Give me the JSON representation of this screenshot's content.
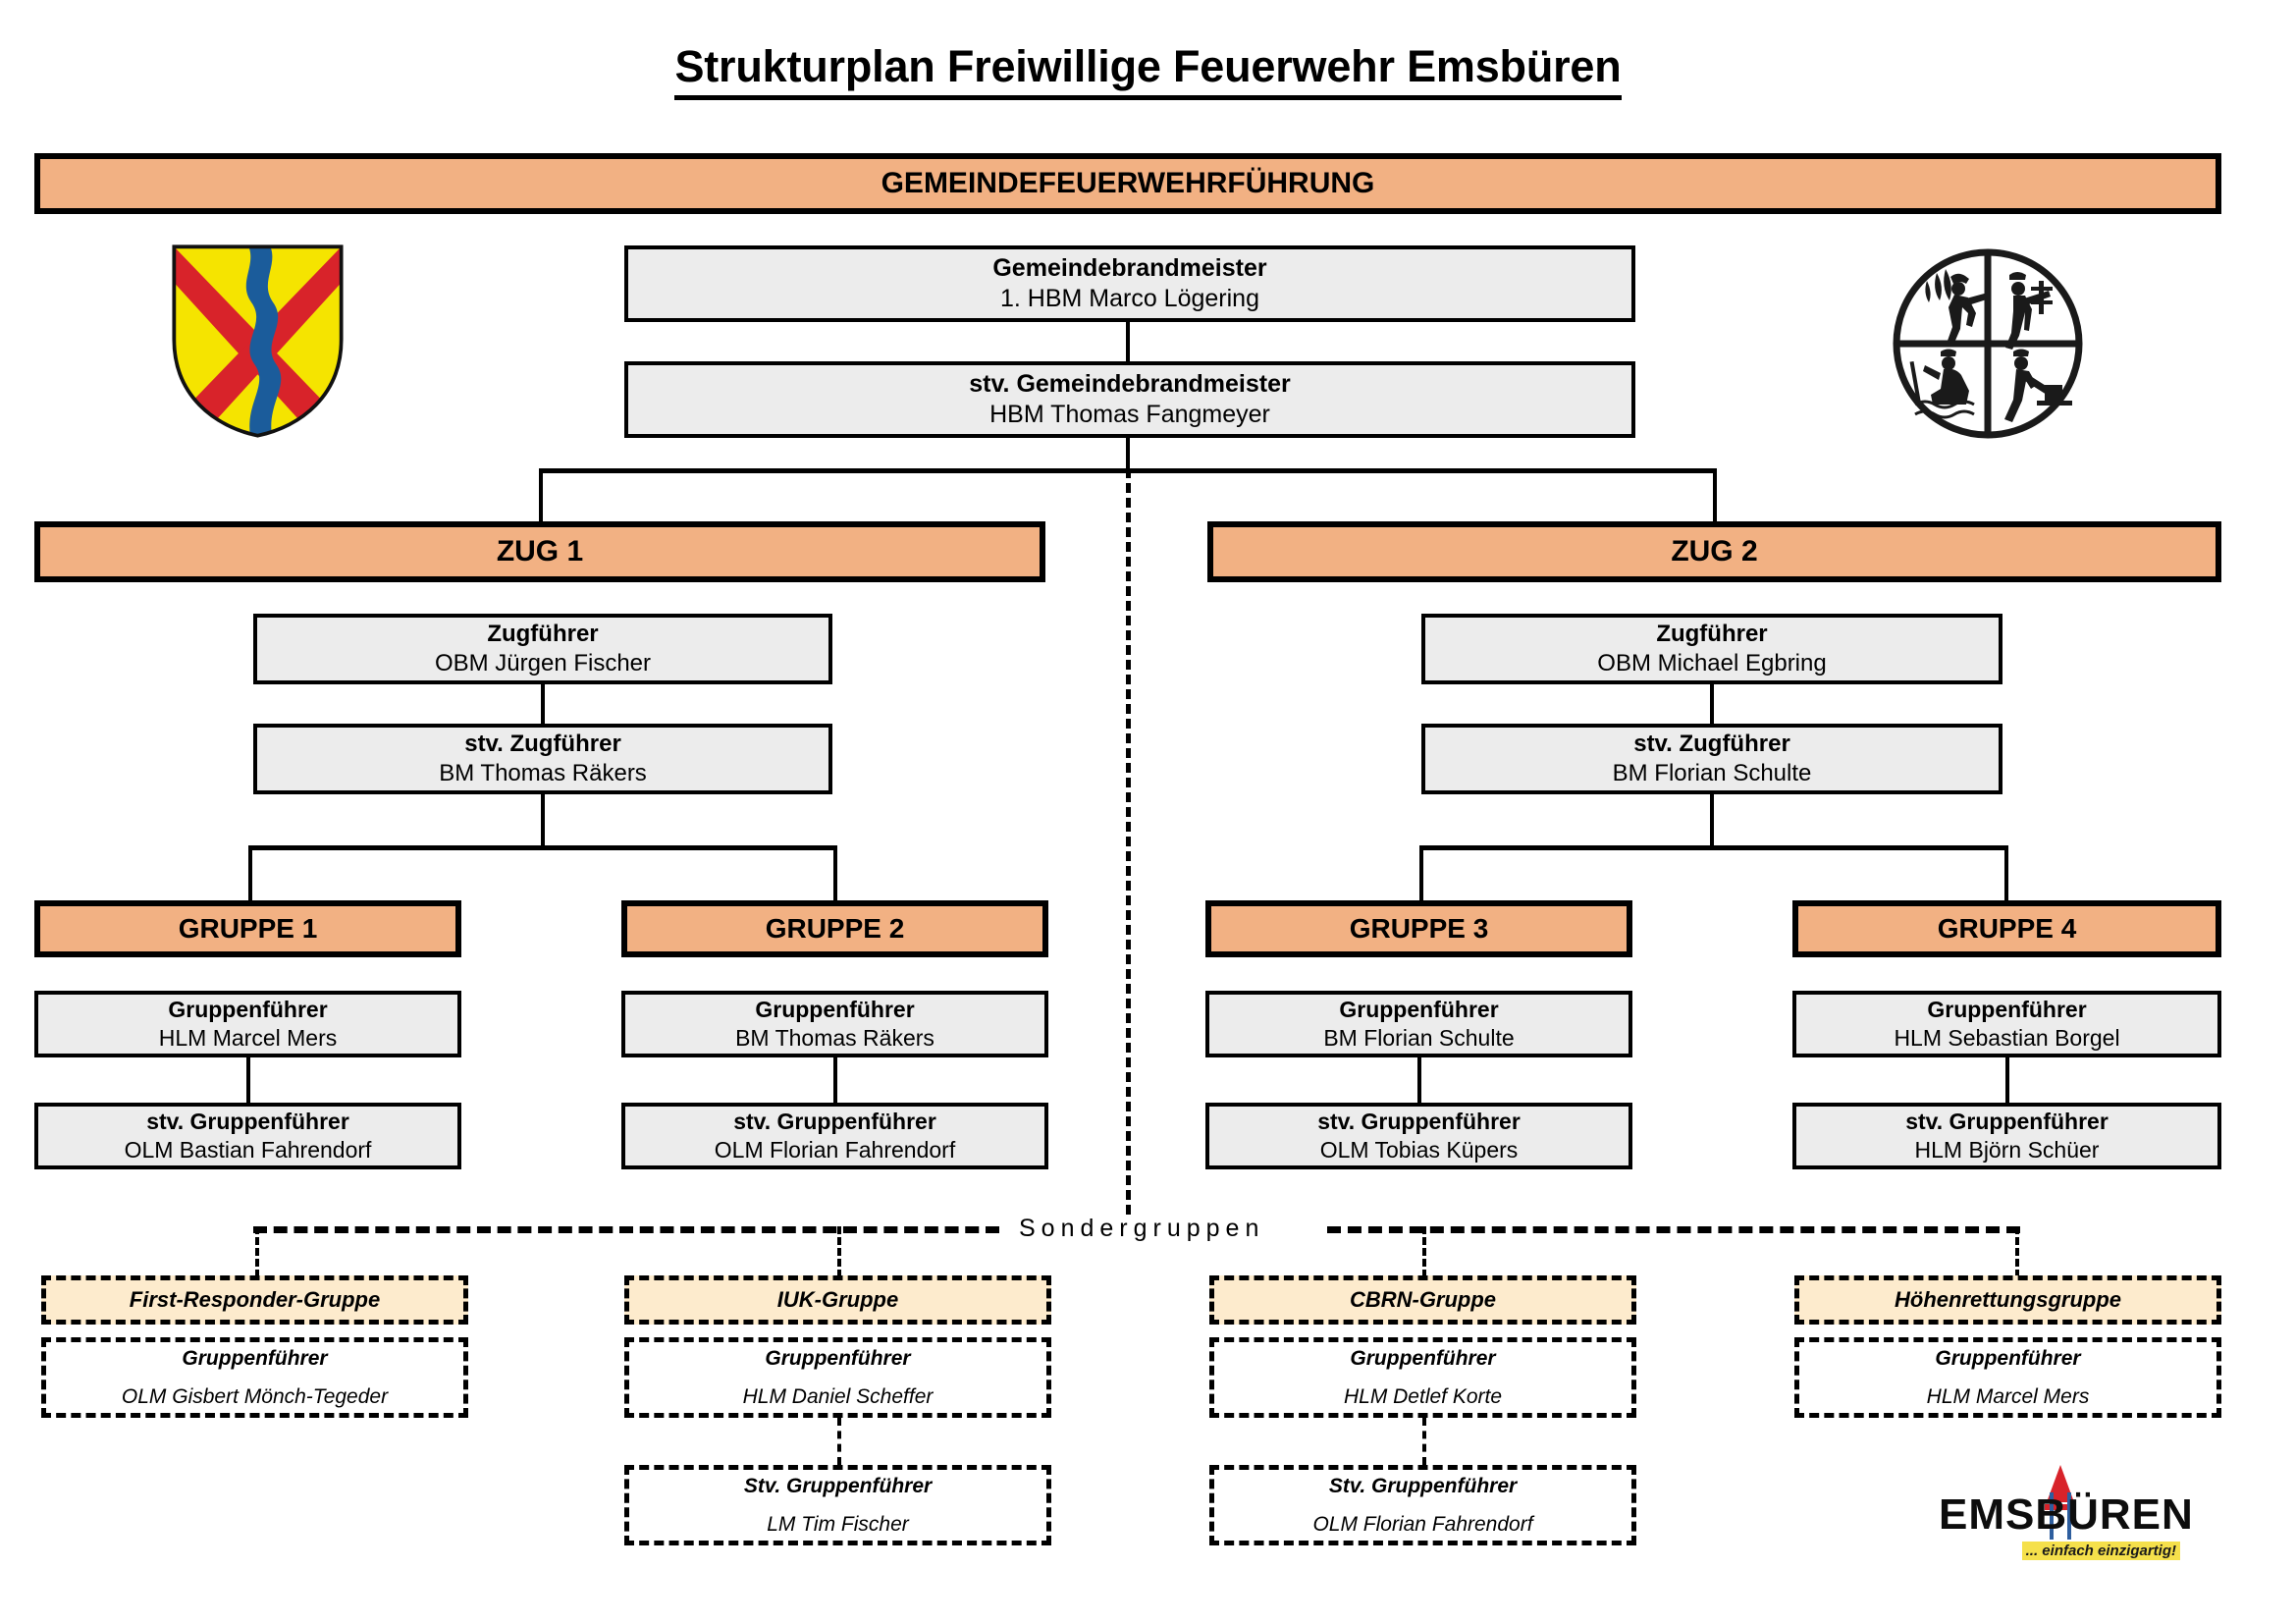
{
  "document": {
    "title": "Strukturplan Freiwillige Feuerwehr Emsbüren"
  },
  "colors": {
    "header_orange": "#F2B183",
    "info_grey": "#ECECEC",
    "special_cream": "#FDEBCD",
    "line_black": "#000000",
    "logo_yellow": "#F5E04B",
    "crest_yellow": "#F5E400",
    "crest_red": "#D8232A",
    "crest_blue": "#1B5C9B"
  },
  "leadership": {
    "banner": "GEMEINDEFEUERWEHRFÜHRUNG",
    "positions": [
      {
        "role": "Gemeindebrandmeister",
        "person": "1. HBM Marco Lögering"
      },
      {
        "role": "stv. Gemeindebrandmeister",
        "person": "HBM Thomas Fangmeyer"
      }
    ]
  },
  "zuege": [
    {
      "name": "ZUG 1",
      "positions": [
        {
          "role": "Zugführer",
          "person": "OBM Jürgen Fischer"
        },
        {
          "role": "stv. Zugführer",
          "person": "BM Thomas Räkers"
        }
      ]
    },
    {
      "name": "ZUG 2",
      "positions": [
        {
          "role": "Zugführer",
          "person": "OBM Michael Egbring"
        },
        {
          "role": "stv. Zugführer",
          "person": "BM Florian Schulte"
        }
      ]
    }
  ],
  "gruppen": [
    {
      "name": "GRUPPE 1",
      "positions": [
        {
          "role": "Gruppenführer",
          "person": "HLM Marcel Mers"
        },
        {
          "role": "stv. Gruppenführer",
          "person": "OLM Bastian Fahrendorf"
        }
      ]
    },
    {
      "name": "GRUPPE 2",
      "positions": [
        {
          "role": "Gruppenführer",
          "person": "BM Thomas Räkers"
        },
        {
          "role": "stv. Gruppenführer",
          "person": "OLM Florian Fahrendorf"
        }
      ]
    },
    {
      "name": "GRUPPE 3",
      "positions": [
        {
          "role": "Gruppenführer",
          "person": "BM Florian Schulte"
        },
        {
          "role": "stv. Gruppenführer",
          "person": "OLM Tobias Küpers"
        }
      ]
    },
    {
      "name": "GRUPPE 4",
      "positions": [
        {
          "role": "Gruppenführer",
          "person": "HLM Sebastian Borgel"
        },
        {
          "role": "stv. Gruppenführer",
          "person": "HLM Björn Schüer"
        }
      ]
    }
  ],
  "sondergruppen": {
    "caption": "Sondergruppen",
    "groups": [
      {
        "name": "First-Responder-Gruppe",
        "positions": [
          {
            "role": "Gruppenführer",
            "person": "OLM Gisbert Mönch-Tegeder"
          }
        ]
      },
      {
        "name": "IUK-Gruppe",
        "positions": [
          {
            "role": "Gruppenführer",
            "person": "HLM Daniel Scheffer"
          },
          {
            "role": "Stv. Gruppenführer",
            "person": "LM Tim Fischer"
          }
        ]
      },
      {
        "name": "CBRN-Gruppe",
        "positions": [
          {
            "role": "Gruppenführer",
            "person": "HLM Detlef Korte"
          },
          {
            "role": "Stv. Gruppenführer",
            "person": "OLM Florian Fahrendorf"
          }
        ]
      },
      {
        "name": "Höhenrettungsgruppe",
        "positions": [
          {
            "role": "Gruppenführer",
            "person": "HLM Marcel Mers"
          }
        ]
      }
    ]
  },
  "logo": {
    "word_left": "EMS",
    "word_right": "BÜREN",
    "tagline": "... einfach einzigartig!"
  },
  "emblems": {
    "municipal_crest": "emsbueren-coat-of-arms",
    "fire_brigade": "firefighter-quadrant-emblem"
  }
}
